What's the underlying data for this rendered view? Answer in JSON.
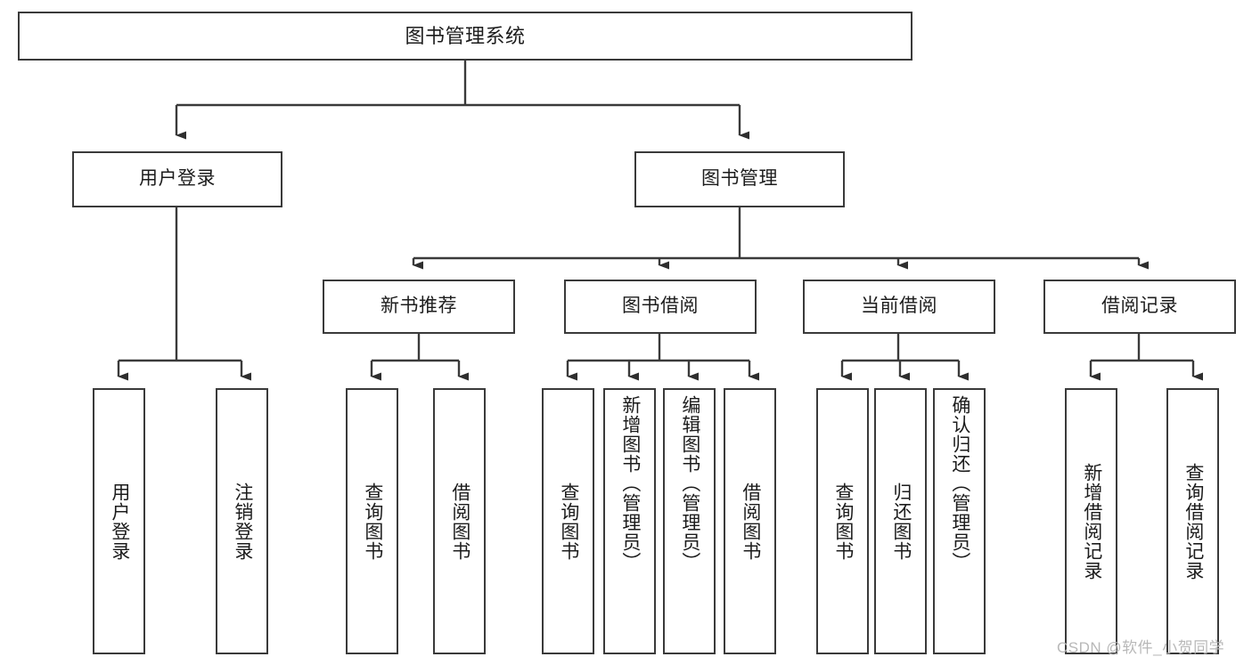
{
  "diagram": {
    "title": "图书管理系统",
    "type": "tree-hierarchy-chart",
    "watermark": "CSDN @软件_小贺同学",
    "root": {
      "label": "图书管理系统"
    },
    "level2": [
      {
        "label": "用户登录"
      },
      {
        "label": "图书管理"
      }
    ],
    "level3": [
      {
        "label": "新书推荐"
      },
      {
        "label": "图书借阅"
      },
      {
        "label": "当前借阅"
      },
      {
        "label": "借阅记录"
      }
    ],
    "leaves": {
      "user_login": [
        {
          "label": "用户登录"
        },
        {
          "label": "注销登录"
        }
      ],
      "new_book_recommend": [
        {
          "label": "查询图书"
        },
        {
          "label": "借阅图书"
        }
      ],
      "book_borrow": [
        {
          "label": "查询图书"
        },
        {
          "label": "新增图书（管理员）"
        },
        {
          "label": "编辑图书（管理员）"
        },
        {
          "label": "借阅图书"
        }
      ],
      "current_borrow": [
        {
          "label": "查询图书"
        },
        {
          "label": "归还图书"
        },
        {
          "label": "确认归还（管理员）"
        }
      ],
      "borrow_record": [
        {
          "label": "新增借阅记录"
        },
        {
          "label": "查询借阅记录"
        }
      ]
    },
    "colors": {
      "stroke": "#3a3a3a",
      "fill": "#ffffff",
      "text": "#1c1c1c",
      "watermark": "#b8b8b8"
    }
  }
}
